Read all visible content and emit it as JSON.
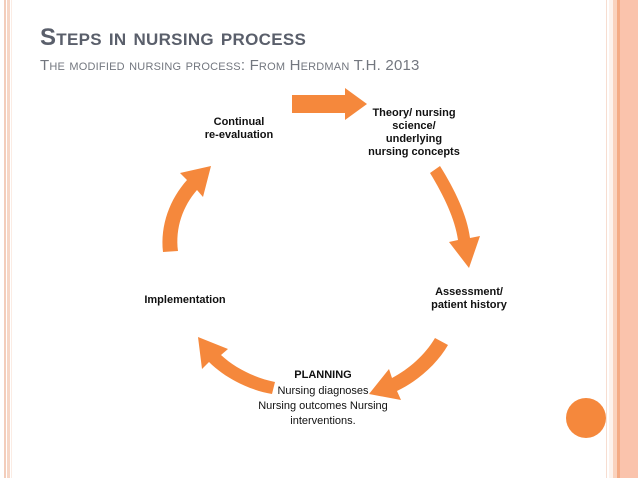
{
  "slide": {
    "title": "Steps in nursing process",
    "subtitle": "The modified nursing process: From Herdman T.H. 2013",
    "title_color": "#5a5f6b",
    "subtitle_color": "#73777f",
    "background_color": "#ffffff",
    "accent_color": "#f5883c",
    "border_colors": [
      "#f3cdbb",
      "#f6d6c6",
      "#fbece4",
      "#fad2bd",
      "#f4ab85",
      "#fac3ac"
    ]
  },
  "diagram": {
    "type": "cycle",
    "direction": "clockwise",
    "arrow_color": "#f5883c",
    "nodes": [
      {
        "id": "theory",
        "label": "Theory/ nursing\nscience/\nunderlying\nnursing concepts",
        "position": "top-right"
      },
      {
        "id": "assessment",
        "label": "Assessment/\npatient history",
        "position": "right"
      },
      {
        "id": "planning",
        "heading": "PLANNING",
        "label": "Nursing diagnoses\nNursing outcomes\nNursing\ninterventions.",
        "position": "bottom"
      },
      {
        "id": "implementation",
        "label": "Implementation",
        "position": "left"
      },
      {
        "id": "continual",
        "label": "Continual\nre-evaluation",
        "position": "top-left"
      }
    ],
    "arrows": [
      {
        "id": "arrow-top",
        "from": "continual",
        "to": "theory",
        "shape": "straight-right"
      },
      {
        "id": "arrow-right",
        "from": "theory",
        "to": "assessment",
        "shape": "curved-down"
      },
      {
        "id": "arrow-bottom-right",
        "from": "assessment",
        "to": "planning",
        "shape": "curved-down-left"
      },
      {
        "id": "arrow-bottom-left",
        "from": "planning",
        "to": "implementation",
        "shape": "curved-up-left"
      },
      {
        "id": "arrow-left",
        "from": "implementation",
        "to": "continual",
        "shape": "curved-up"
      }
    ]
  },
  "decoration": {
    "orange_dot_color": "#f5883c"
  }
}
